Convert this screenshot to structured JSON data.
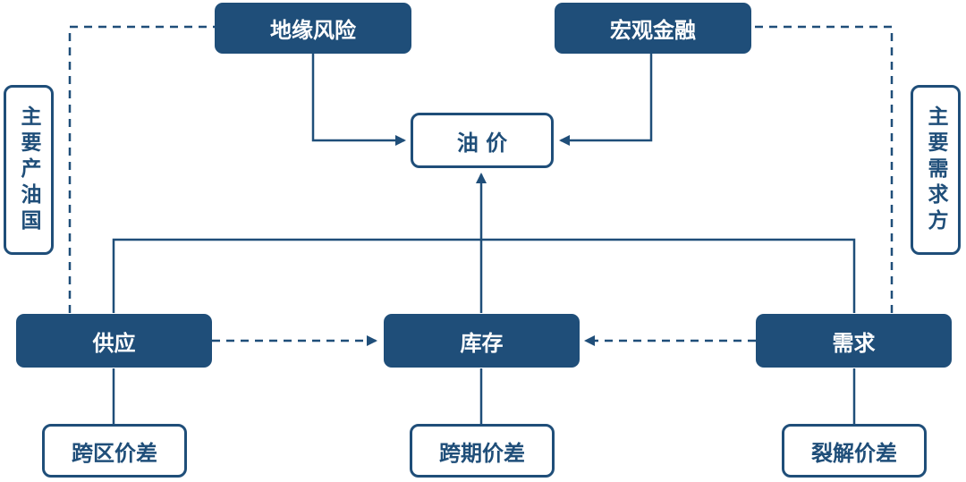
{
  "diagram": {
    "nodes": {
      "geopolitical_risk": "地缘风险",
      "macro_finance": "宏观金融",
      "oil_price": "油 价",
      "producers": "主要产油国",
      "consumers": "主要需求方",
      "supply": "供应",
      "inventory": "库存",
      "demand": "需求",
      "cross_region_spread": "跨区价差",
      "cross_period_spread": "跨期价差",
      "crack_spread": "裂解价差"
    },
    "colors": {
      "primary": "#1f4e79",
      "background": "#ffffff",
      "text_on_primary": "#ffffff"
    }
  }
}
